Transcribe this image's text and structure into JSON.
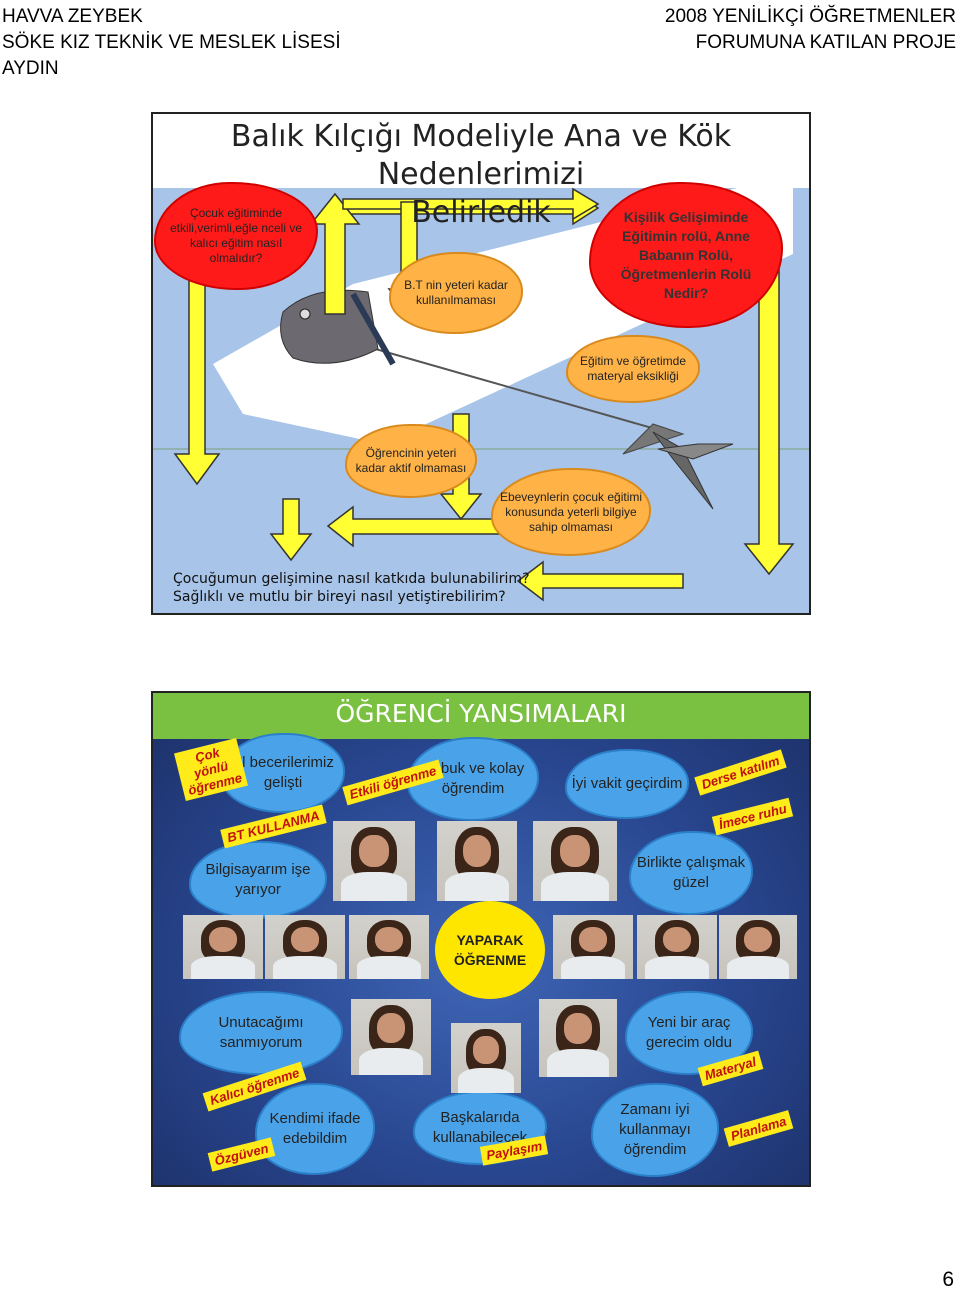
{
  "header": {
    "left": [
      "HAVVA ZEYBEK",
      "SÖKE KIZ TEKNİK VE MESLEK LİSESİ",
      "AYDIN"
    ],
    "right": [
      "2008 YENİLİKÇİ ÖĞRETMENLER",
      "FORUMUNA KATILAN PROJE"
    ]
  },
  "slide1": {
    "title_line1": "Balık Kılçığı Modeliyle Ana ve Kök Nedenlerimizi",
    "title_line2": "Belirledik",
    "cloud_top_left": "Çocuk eğitiminde etkili,verimli,eğle nceli ve kalıcı eğitim nasıl olmalıdır?",
    "cloud_bt": "B.T nin yeteri kadar kullanılmaması",
    "cloud_top_right": "Kişilik Gelişiminde Eğitimin rolü, Anne Babanın Rolü, Öğretmenlerin Rolü Nedir?",
    "cloud_materyal": "Eğitim ve öğretimde materyal eksikliği",
    "cloud_ogrenci": "Öğrencinin yeteri kadar aktif olmaması",
    "cloud_ebeveyn": "Ebeveynlerin  çocuk eğitimi konusunda yeterli bilgiye sahip olmaması",
    "bottom_line1": "Çocuğumun gelişimine nasıl katkıda bulunabilirim?",
    "bottom_line2": "Sağlıklı ve mutlu bir bireyi nasıl yetiştirebilirim?"
  },
  "slide2": {
    "title": "ÖĞRENCİ YANSIMALARI",
    "center": "YAPARAK ÖĞRENME",
    "clouds": {
      "el": "El becerilerimiz gelişti",
      "cabuk": "Çabuk ve kolay öğrendim",
      "iyi_vakit": "İyi vakit geçirdim",
      "bilgisayar": "Bilgisayarım işe yarıyor",
      "birlikte": "Birlikte çalışmak güzel",
      "unutacagimi": "Unutacağımı sanmıyorum",
      "yeni_arac": "Yeni bir araç gerecim oldu",
      "kendimi": "Kendimi ifade edebildim",
      "baskalarida": "Başkalarıda kullanabilecek",
      "zamani": "Zamanı iyi kullanmayı öğrendim"
    },
    "tags": {
      "cok_yonlu": "Çok yönlü öğrenme",
      "etkili": "Etkili öğrenme",
      "derse": "Derse katılım",
      "imece": "İmece ruhu",
      "bt": "BT KULLANMA",
      "kalici": "Kalıcı öğrenme",
      "materyal": "Materyal",
      "ozguven": "Özgüven",
      "paylasim": "Paylaşım",
      "planlama": "Planlama"
    }
  },
  "page_number": "6",
  "colors": {
    "arrow_yellow": "#ffff33",
    "cloud_red": "#ff1a1a",
    "cloud_orange": "#ffb347",
    "slide1_bg": "#a8c4e8",
    "slide2_title_bar": "#7ac142",
    "slide2_bg": "#28468f",
    "cloud_blue": "#4aa3e8",
    "center_yellow": "#ffe600"
  }
}
